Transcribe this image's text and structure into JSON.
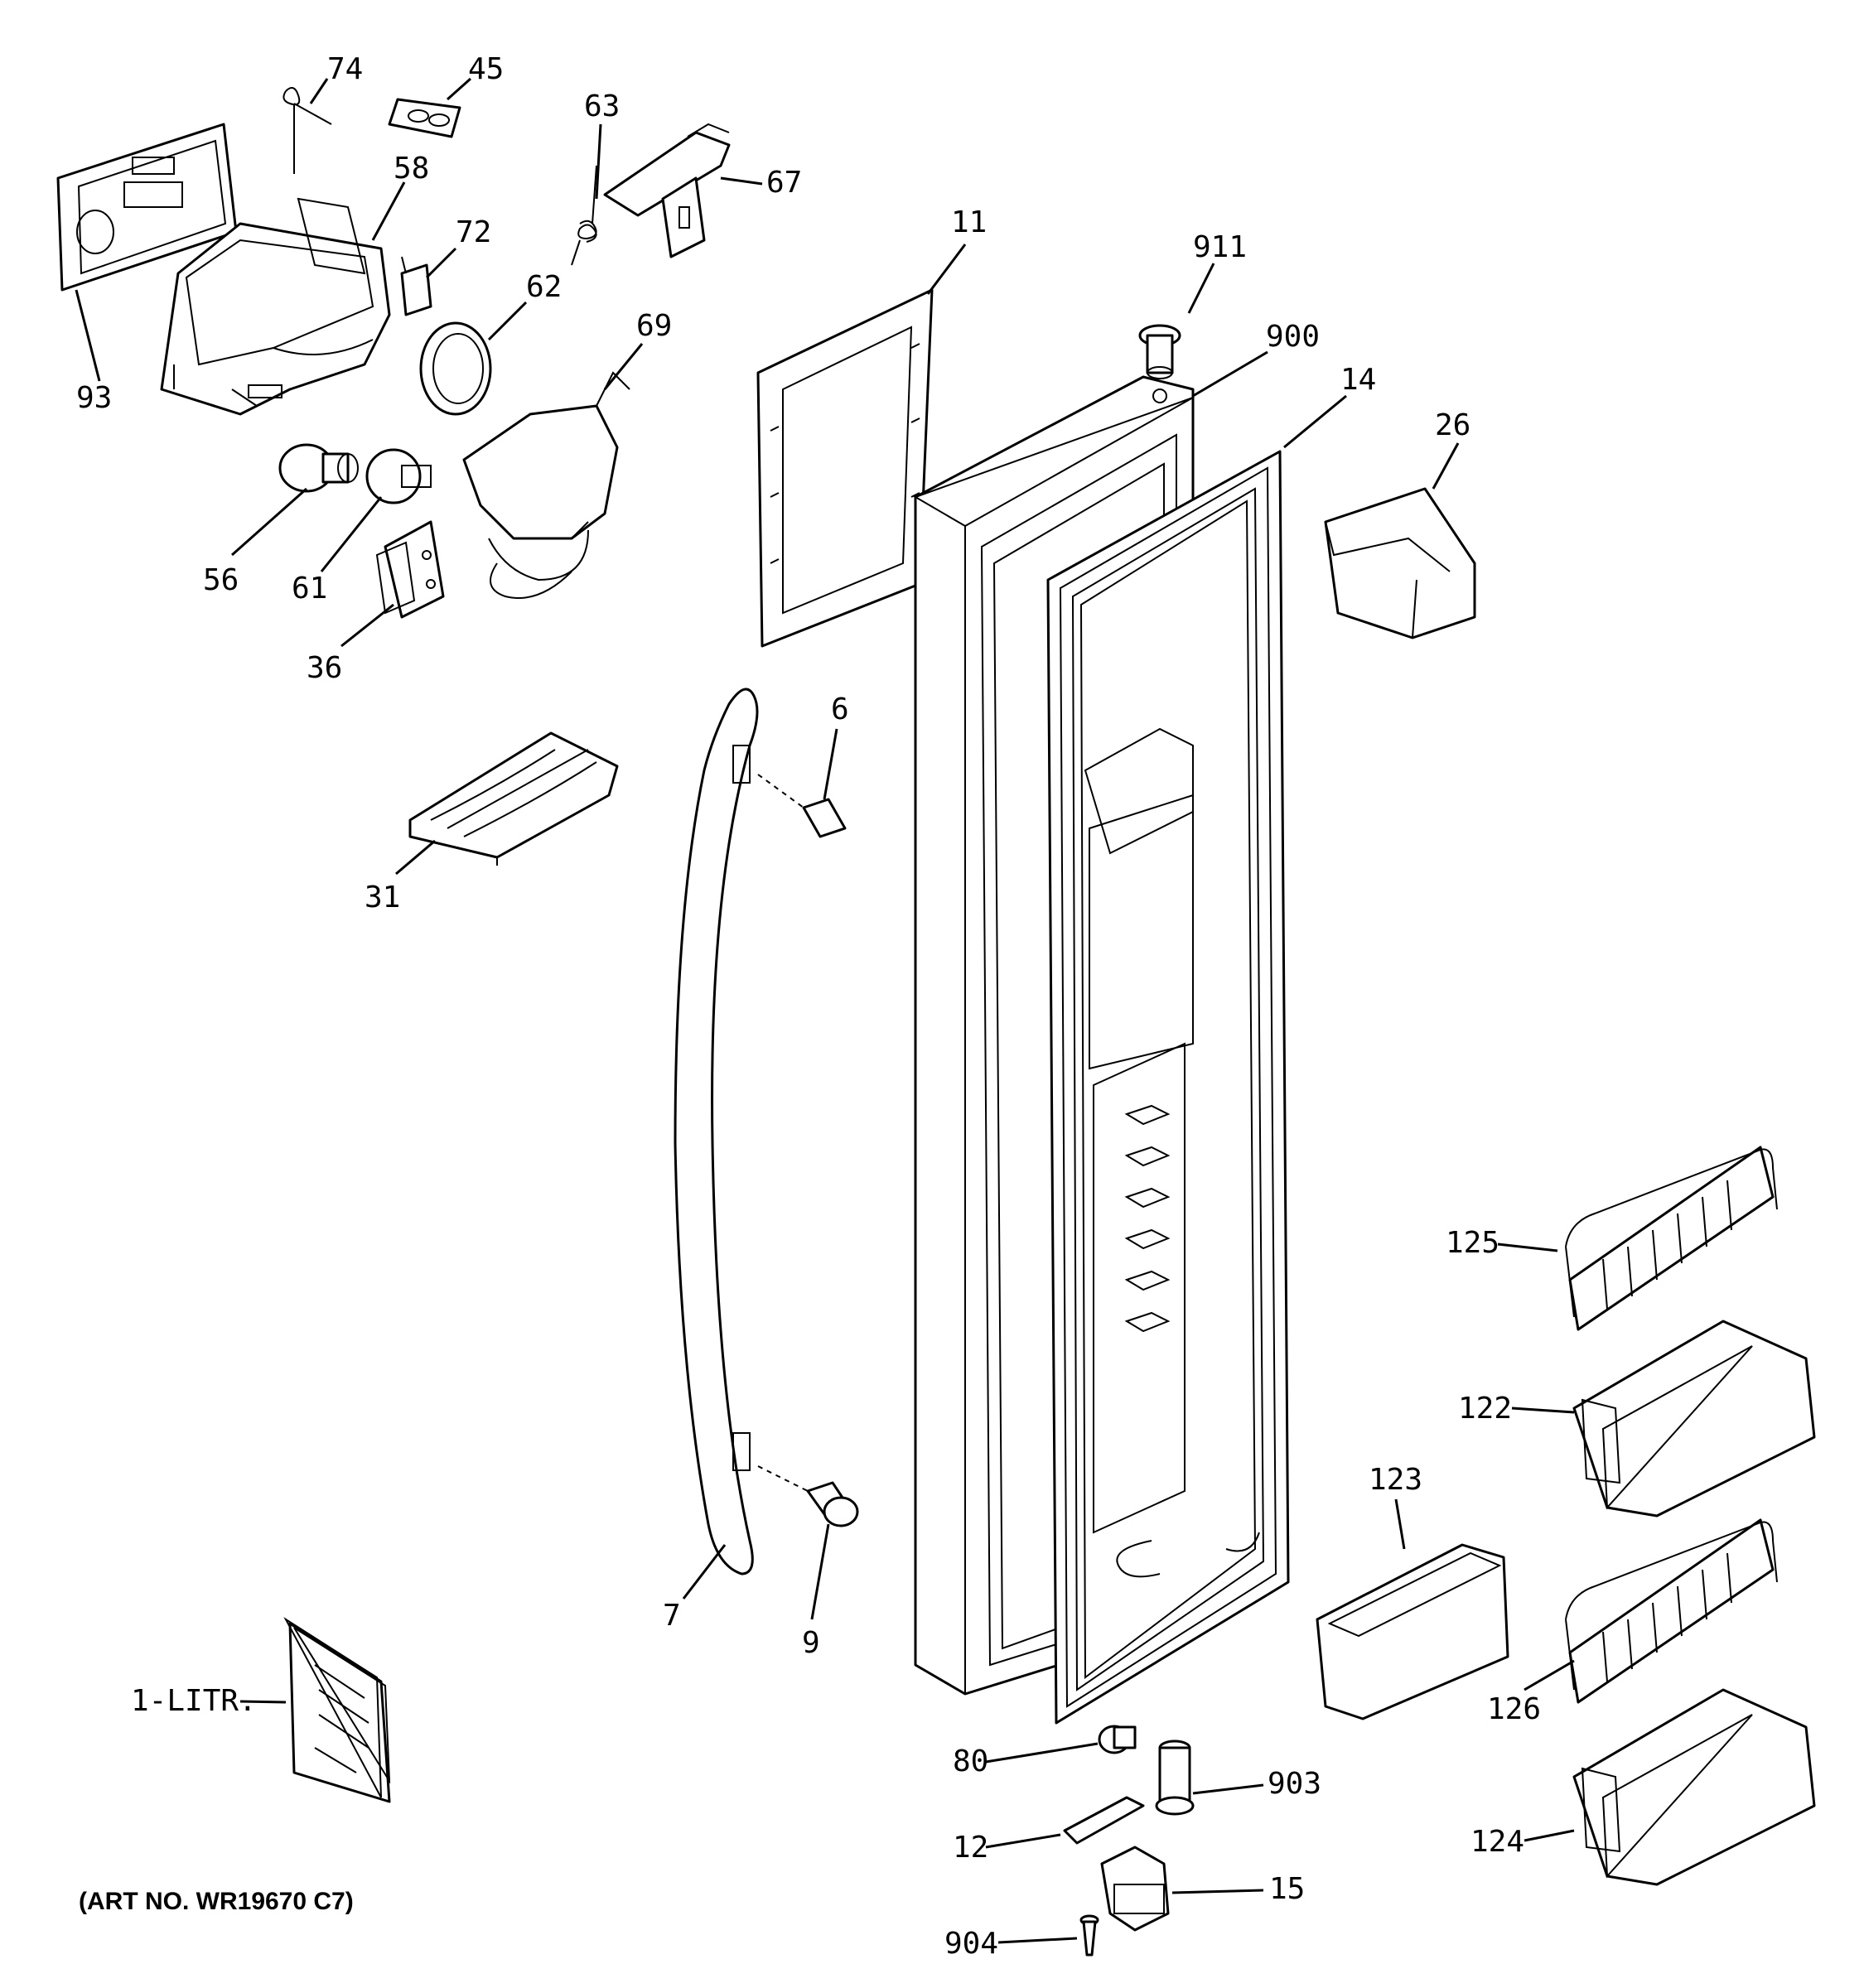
{
  "diagram": {
    "art_number": "(ART NO. WR19670 C7)",
    "callouts": {
      "c74": "74",
      "c45": "45",
      "c63": "63",
      "c67": "67",
      "c58": "58",
      "c72": "72",
      "c62": "62",
      "c69": "69",
      "c93": "93",
      "c56": "56",
      "c61": "61",
      "c36": "36",
      "c11": "11",
      "c911": "911",
      "c900": "900",
      "c14": "14",
      "c26": "26",
      "c6": "6",
      "c31": "31",
      "c7": "7",
      "c9": "9",
      "c1litr": "1-LITR.",
      "c125": "125",
      "c122": "122",
      "c123": "123",
      "c126": "126",
      "c124": "124",
      "c80": "80",
      "c903": "903",
      "c12": "12",
      "c15": "15",
      "c904": "904"
    }
  }
}
